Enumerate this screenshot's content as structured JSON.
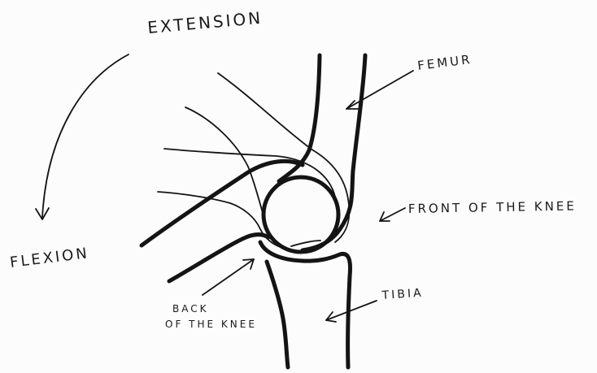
{
  "labels": {
    "extension": "EXTENSION",
    "flexion": "FLEXION",
    "femur": "FEMUR",
    "front_of_knee": "FRONT OF THE KNEE",
    "tibia": "TIBIA",
    "back_of_knee_line1": "BACK",
    "back_of_knee_line2": "OF THE KNEE"
  },
  "colors": {
    "ink": "#141414",
    "paper": "#fcfcfc"
  }
}
